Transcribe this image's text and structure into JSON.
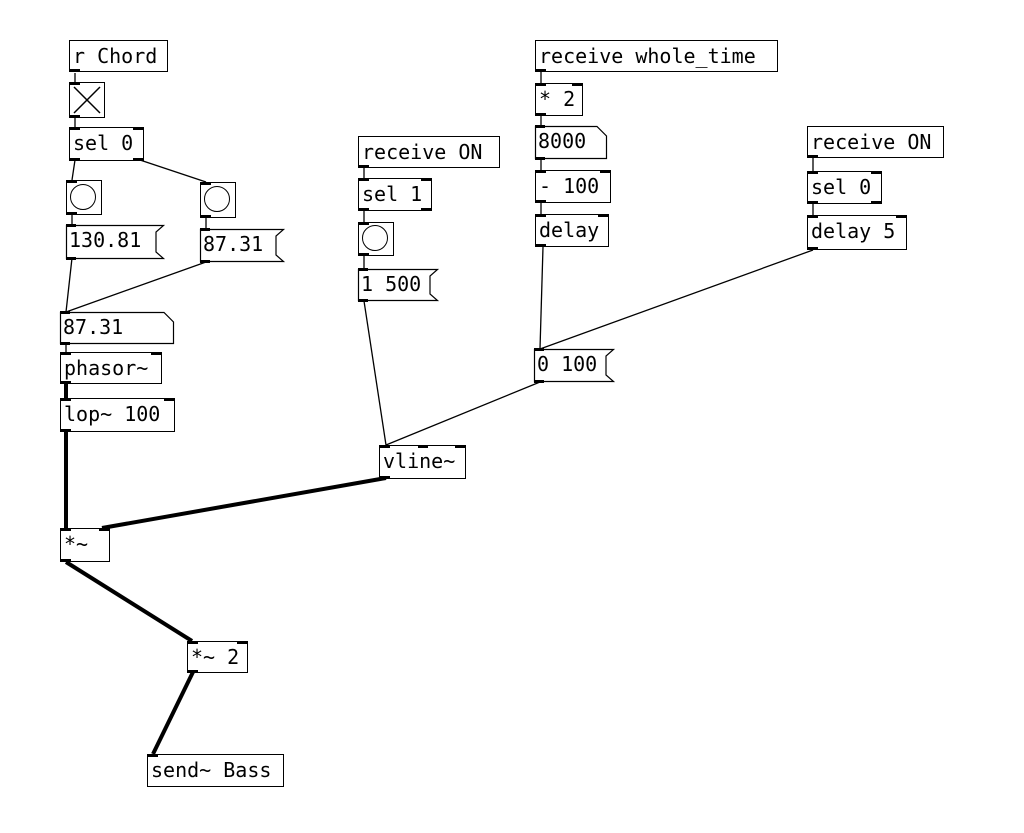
{
  "patch": {
    "objects": {
      "r_chord": "r Chord",
      "sel0_a": "sel 0",
      "phasor": "phasor~",
      "lop": "lop~ 100",
      "mul": "*~",
      "mul2": "*~ 2",
      "send_bass": "send~ Bass",
      "receive_on_a": "receive ON",
      "sel1": "sel 1",
      "vline": "vline~",
      "receive_whole_time": "receive whole_time",
      "times2": "* 2",
      "minus100": "- 100",
      "delay": "delay",
      "receive_on_b": "receive ON",
      "sel0_b": "sel 0",
      "delay5": "delay 5"
    },
    "messages": {
      "m130": "130.81",
      "m87": "87.31",
      "m1500": "1 500",
      "m0100": "0 100"
    },
    "number_boxes": {
      "n87": "87.31",
      "n8000": "8000"
    },
    "gui": {
      "toggle_state": "on",
      "bangs": [
        "bang",
        "bang",
        "bang"
      ]
    },
    "colors": {
      "line": "#000000",
      "background": "#ffffff"
    }
  }
}
